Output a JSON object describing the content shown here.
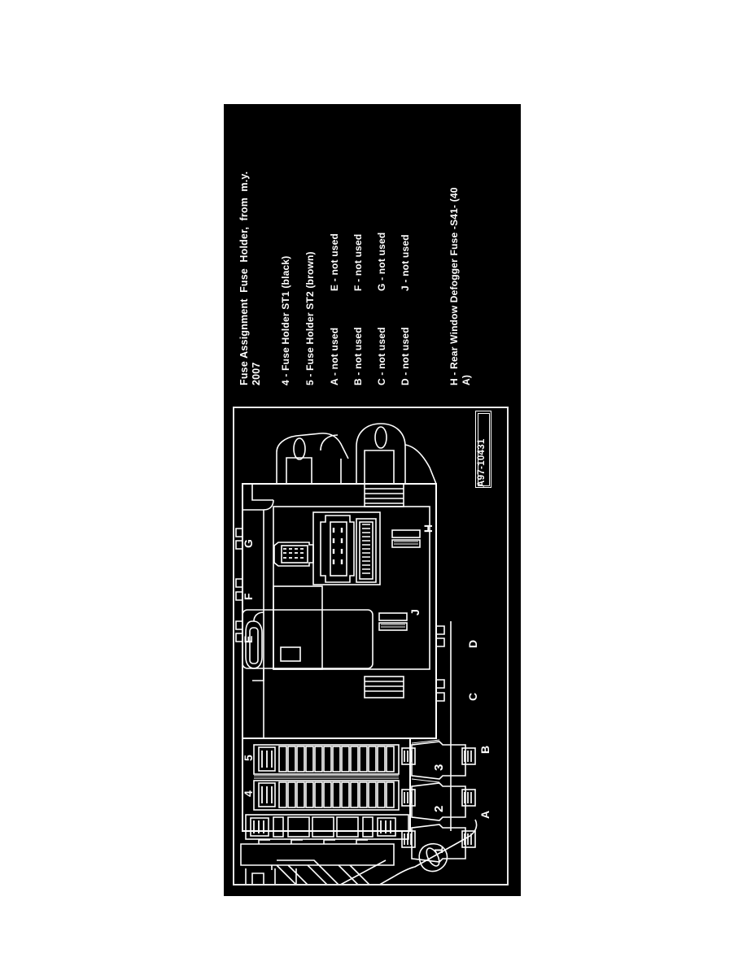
{
  "document": {
    "background_color": "#ffffff",
    "panel_color": "#000000",
    "ink_color": "#ffffff"
  },
  "legend": {
    "title": "Fuse Assignment  Fuse  Holder,  from  m.y.",
    "title_line2": "2007",
    "holders": [
      {
        "key": "4",
        "label": "4 - Fuse Holder ST1 (black)"
      },
      {
        "key": "5",
        "label": "5 - Fuse Holder ST2 (brown)"
      }
    ],
    "column_left": [
      {
        "key": "A",
        "label": "A - not used"
      },
      {
        "key": "B",
        "label": "B - not used"
      },
      {
        "key": "C",
        "label": "C - not used"
      },
      {
        "key": "D",
        "label": "D - not used"
      }
    ],
    "column_right": [
      {
        "key": "E",
        "label": "E - not used"
      },
      {
        "key": "F",
        "label": "F - not used"
      },
      {
        "key": "G",
        "label": "G - not used"
      },
      {
        "key": "J",
        "label": "J - not used"
      }
    ],
    "final": {
      "line1": "H - Rear Window Defogger Fuse -S41- (40",
      "line2": "A)"
    }
  },
  "diagram": {
    "code": "A97-10431",
    "callouts_left": [
      "G",
      "F",
      "E",
      "5",
      "4"
    ],
    "callouts_right": [
      "D",
      "C",
      "B",
      "A"
    ],
    "callouts_inner": [
      "H",
      "J"
    ],
    "relay_numbers": [
      "3",
      "2",
      "1"
    ]
  }
}
